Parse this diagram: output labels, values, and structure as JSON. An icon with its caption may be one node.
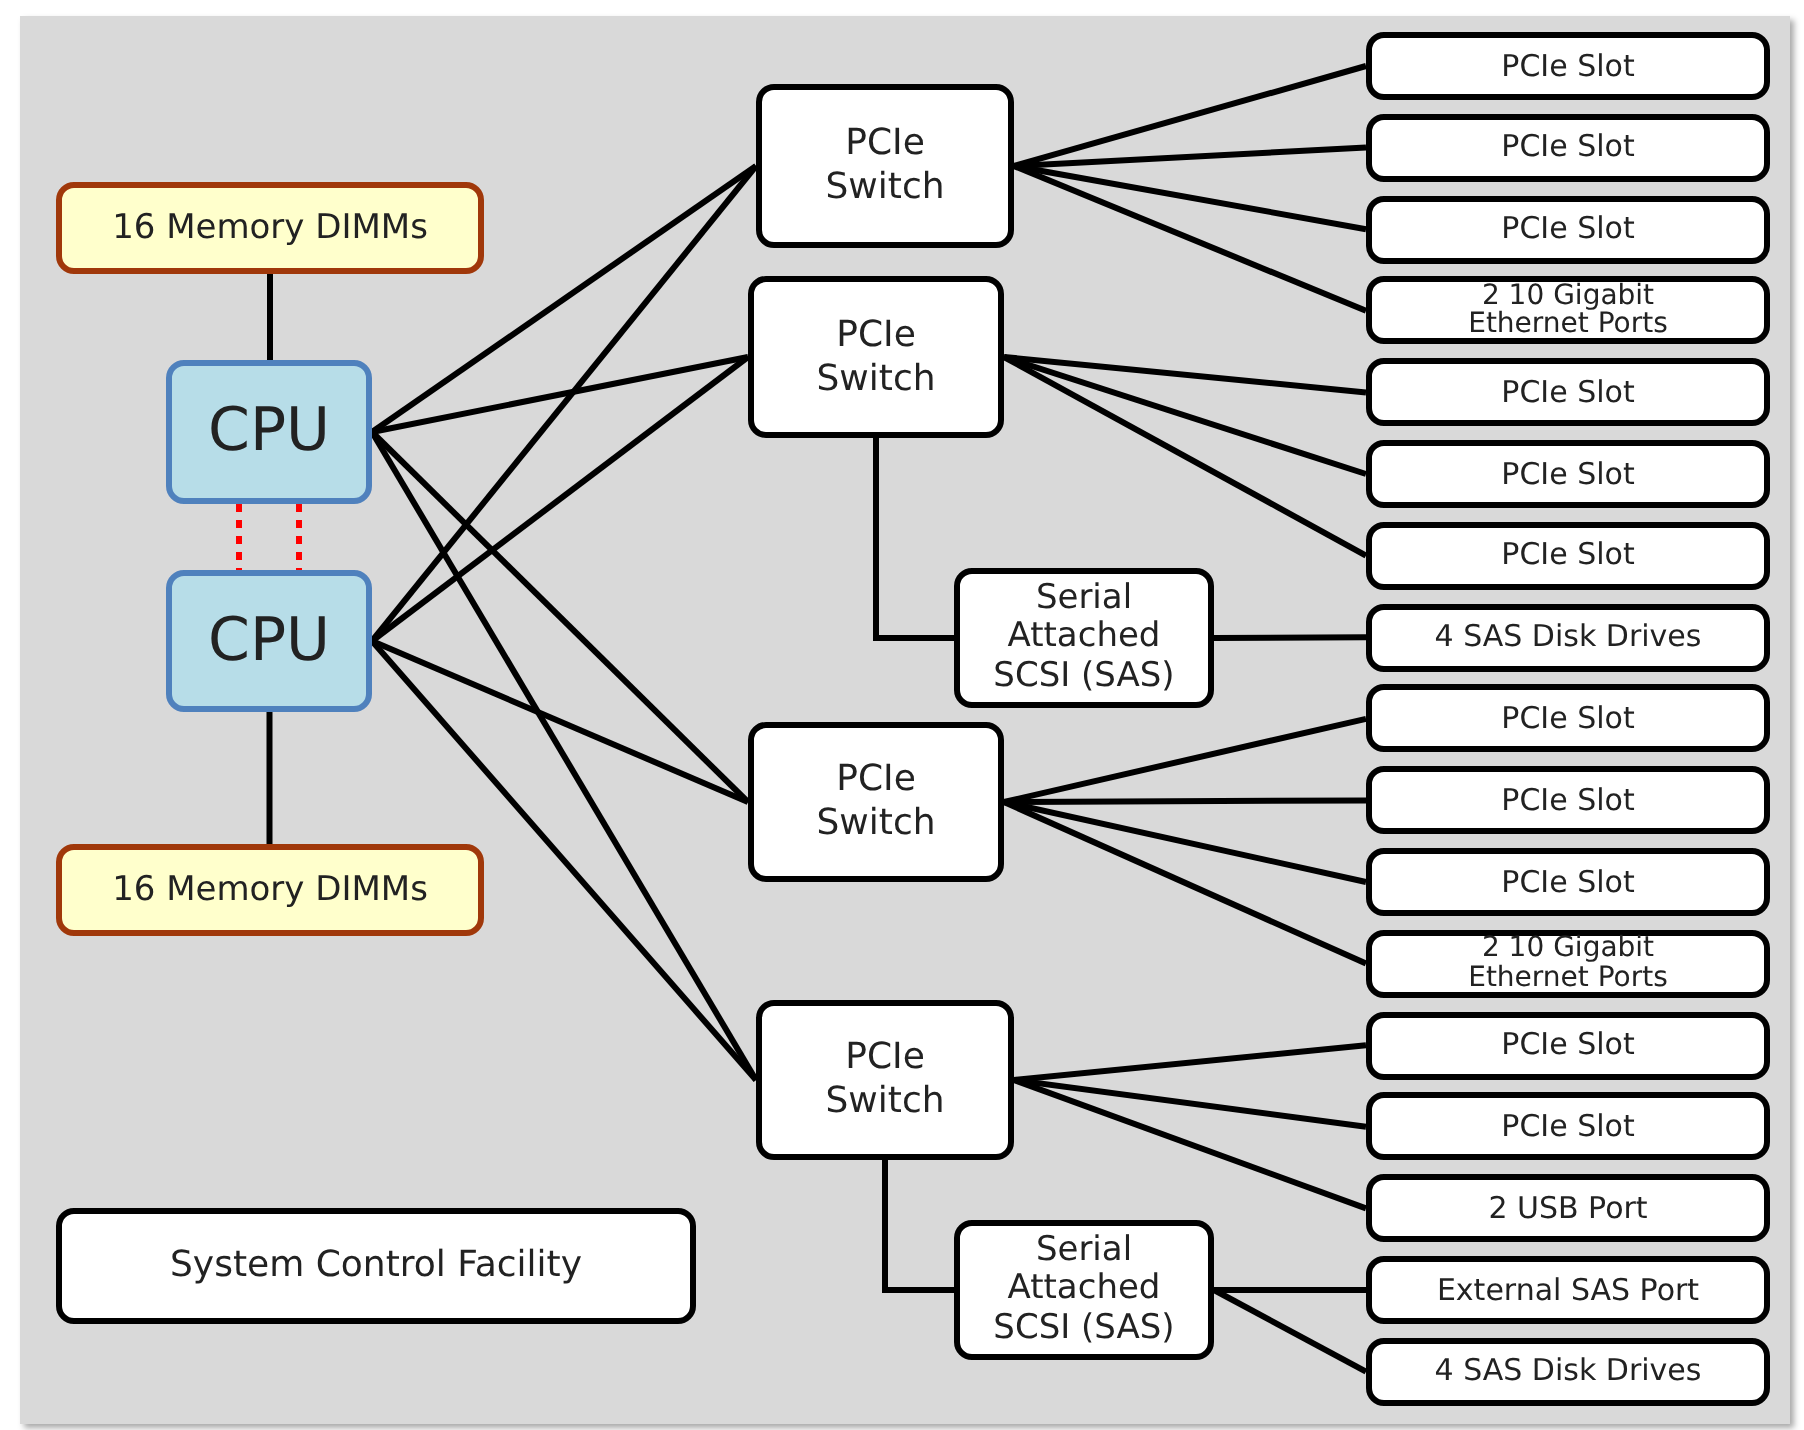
{
  "diagram": {
    "nodes": [
      {
        "text": [
          "16 Memory DIMMs"
        ]
      },
      {
        "text": [
          "CPU"
        ]
      },
      {
        "text": [
          "CPU"
        ]
      },
      {
        "text": [
          "16 Memory DIMMs"
        ]
      },
      {
        "text": [
          "PCIe Switch"
        ]
      },
      {
        "text": [
          "PCIe Switch"
        ]
      },
      {
        "text": [
          "Serial Attached SCSI (SAS)"
        ]
      },
      {
        "text": [
          "PCIe Switch"
        ]
      },
      {
        "text": [
          "PCIe Switch"
        ]
      },
      {
        "text": [
          "Serial Attached SCSI (SAS)"
        ]
      },
      {
        "text": [
          "System Control Facility"
        ]
      },
      {
        "text": [
          "PCIe Slot"
        ]
      },
      {
        "text": [
          "PCIe Slot"
        ]
      },
      {
        "text": [
          "PCIe Slot"
        ]
      },
      {
        "text": [
          "2 10 Gigabit Ethernet Ports"
        ]
      },
      {
        "text": [
          "PCIe Slot"
        ]
      },
      {
        "text": [
          "PCIe Slot"
        ]
      },
      {
        "text": [
          "PCIe Slot"
        ]
      },
      {
        "text": [
          "4 SAS Disk Drives"
        ]
      },
      {
        "text": [
          "PCIe Slot"
        ]
      },
      {
        "text": [
          "PCIe Slot"
        ]
      },
      {
        "text": [
          "PCIe Slot"
        ]
      },
      {
        "text": [
          "2 10 Gigabit Ethernet Ports"
        ]
      },
      {
        "text": [
          "PCIe Slot"
        ]
      },
      {
        "text": [
          "PCIe Slot"
        ]
      },
      {
        "text": [
          "2 USB Port"
        ]
      },
      {
        "text": [
          "External SAS Port"
        ]
      },
      {
        "text": [
          "4 SAS Disk Drives"
        ]
      }
    ],
    "edges": [
      {
        "from": 0,
        "to": 1,
        "arrow": "none"
      },
      {
        "from": 1,
        "to": 2,
        "arrow": "none",
        "style": "dashed",
        "color": "#ff0000"
      },
      {
        "from": 1,
        "to": 2,
        "arrow": "none",
        "style": "dashed",
        "color": "#ff0000"
      },
      {
        "from": 2,
        "to": 3,
        "arrow": "none"
      },
      {
        "from": 1,
        "to": 4,
        "arrow": "none"
      },
      {
        "from": 1,
        "to": 5,
        "arrow": "none"
      },
      {
        "from": 1,
        "to": 7,
        "arrow": "none"
      },
      {
        "from": 1,
        "to": 8,
        "arrow": "none"
      },
      {
        "from": 2,
        "to": 4,
        "arrow": "none"
      },
      {
        "from": 2,
        "to": 5,
        "arrow": "none"
      },
      {
        "from": 2,
        "to": 7,
        "arrow": "none"
      },
      {
        "from": 2,
        "to": 8,
        "arrow": "none"
      },
      {
        "from": 4,
        "to": 11,
        "arrow": "none"
      },
      {
        "from": 4,
        "to": 12,
        "arrow": "none"
      },
      {
        "from": 4,
        "to": 13,
        "arrow": "none"
      },
      {
        "from": 4,
        "to": 14,
        "arrow": "none"
      },
      {
        "from": 5,
        "to": 15,
        "arrow": "none"
      },
      {
        "from": 5,
        "to": 16,
        "arrow": "none"
      },
      {
        "from": 5,
        "to": 17,
        "arrow": "none"
      },
      {
        "from": 5,
        "to": 6,
        "arrow": "none"
      },
      {
        "from": 6,
        "to": 18,
        "arrow": "none"
      },
      {
        "from": 7,
        "to": 19,
        "arrow": "none"
      },
      {
        "from": 7,
        "to": 20,
        "arrow": "none"
      },
      {
        "from": 7,
        "to": 21,
        "arrow": "none"
      },
      {
        "from": 7,
        "to": 22,
        "arrow": "none"
      },
      {
        "from": 8,
        "to": 23,
        "arrow": "none"
      },
      {
        "from": 8,
        "to": 24,
        "arrow": "none"
      },
      {
        "from": 8,
        "to": 25,
        "arrow": "none"
      },
      {
        "from": 8,
        "to": 9,
        "arrow": "none"
      },
      {
        "from": 9,
        "to": 26,
        "arrow": "none"
      },
      {
        "from": 9,
        "to": 27,
        "arrow": "none"
      }
    ]
  }
}
